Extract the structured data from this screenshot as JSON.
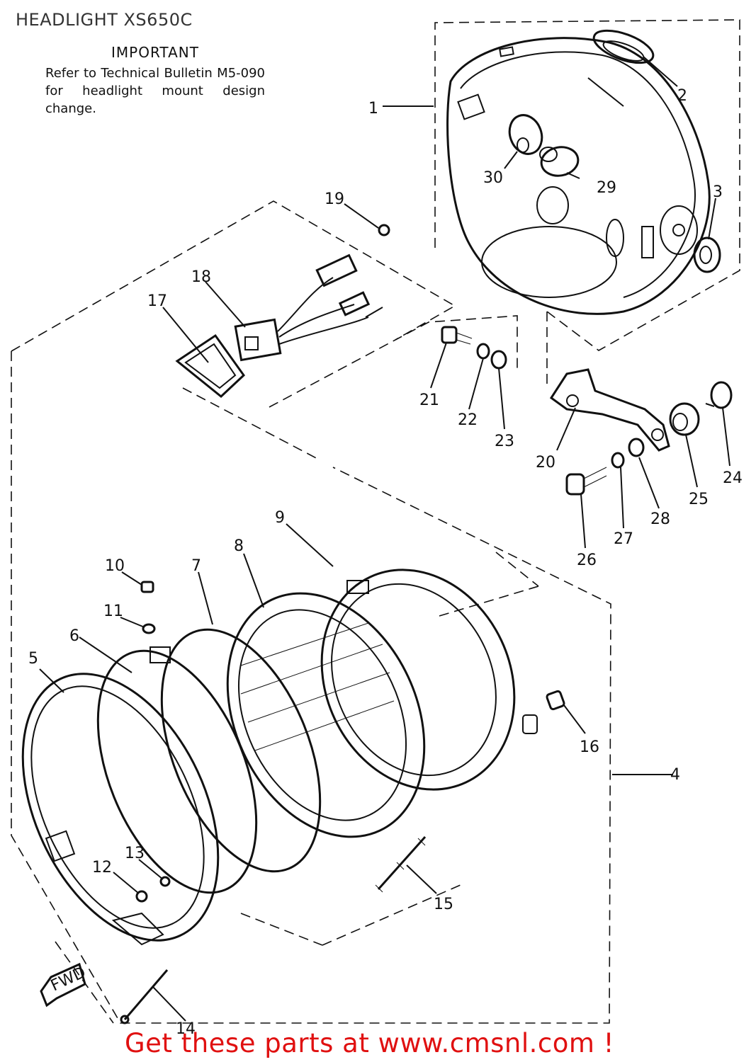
{
  "title": "HEADLIGHT XS650C",
  "note": {
    "heading": "IMPORTANT",
    "body": "Refer to Technical Bulletin M5-090 for headlight mount design change."
  },
  "callouts": {
    "c1": "1",
    "c2": "2",
    "c3": "3",
    "c4": "4",
    "c5": "5",
    "c6": "6",
    "c7": "7",
    "c8": "8",
    "c9": "9",
    "c10": "10",
    "c11": "11",
    "c12": "12",
    "c13": "13",
    "c14": "14",
    "c15": "15",
    "c16": "16",
    "c17": "17",
    "c18": "18",
    "c19": "19",
    "c20": "20",
    "c21": "21",
    "c22": "22",
    "c23": "23",
    "c24": "24",
    "c25": "25",
    "c26": "26",
    "c27": "27",
    "c28": "28",
    "c29": "29",
    "c30": "30"
  },
  "fwd_label": "FWD",
  "footer": "Get these parts at www.cmsnl.com !",
  "colors": {
    "footer": "#e01010",
    "lines": "#111111",
    "background": "#ffffff"
  }
}
